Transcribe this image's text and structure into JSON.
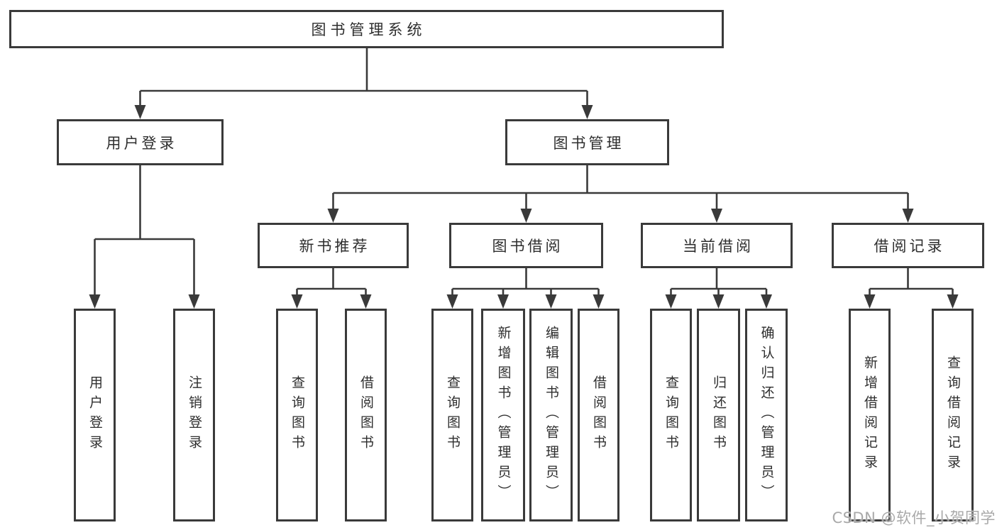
{
  "tree": {
    "root": {
      "label": "图书管理系统"
    },
    "branches": [
      {
        "label": "用户登录",
        "leaves": [
          {
            "label": "用户登录"
          },
          {
            "label": "注销登录"
          }
        ]
      },
      {
        "label": "图书管理",
        "groups": [
          {
            "label": "新书推荐",
            "leaves": [
              {
                "label": "查询图书"
              },
              {
                "label": "借阅图书"
              }
            ]
          },
          {
            "label": "图书借阅",
            "leaves": [
              {
                "label": "查询图书"
              },
              {
                "label": "新增图书（管理员）"
              },
              {
                "label": "编辑图书（管理员）"
              },
              {
                "label": "借阅图书"
              }
            ]
          },
          {
            "label": "当前借阅",
            "leaves": [
              {
                "label": "查询图书"
              },
              {
                "label": "归还图书"
              },
              {
                "label": "确认归还（管理员）"
              }
            ]
          },
          {
            "label": "借阅记录",
            "leaves": [
              {
                "label": "新增借阅记录"
              },
              {
                "label": "查询借阅记录"
              }
            ]
          }
        ]
      }
    ]
  },
  "watermark": {
    "text": "CSDN @软件_小贺同学"
  },
  "colors": {
    "line": "#3a3a3a",
    "text": "#2e2e2e",
    "watermark": "#a9a9a9",
    "background": "#ffffff"
  }
}
